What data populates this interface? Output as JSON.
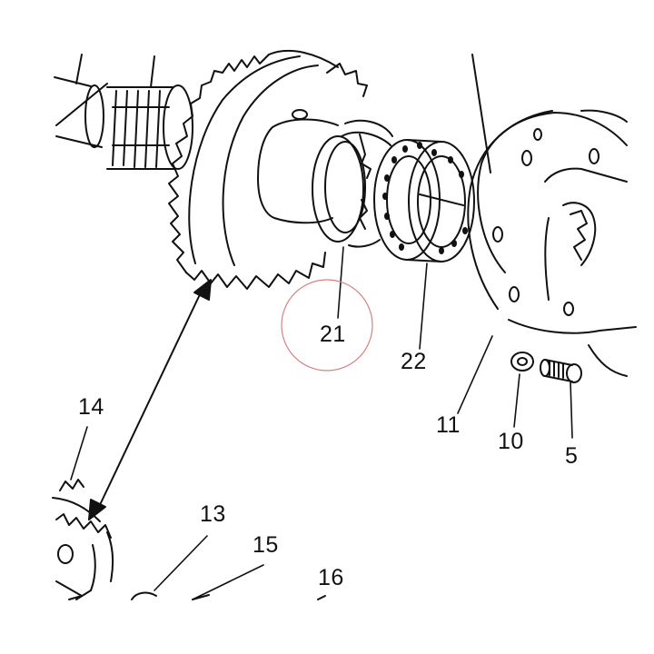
{
  "labels": {
    "c21": "21",
    "c22": "22",
    "c11": "11",
    "c10": "10",
    "c5": "5",
    "c14": "14",
    "c13": "13",
    "c15": "15",
    "c16": "16"
  },
  "colors": {
    "ink": "#111111",
    "highlight_circle": "#d98080",
    "background": "#ffffff"
  },
  "highlighted_callout": "21"
}
